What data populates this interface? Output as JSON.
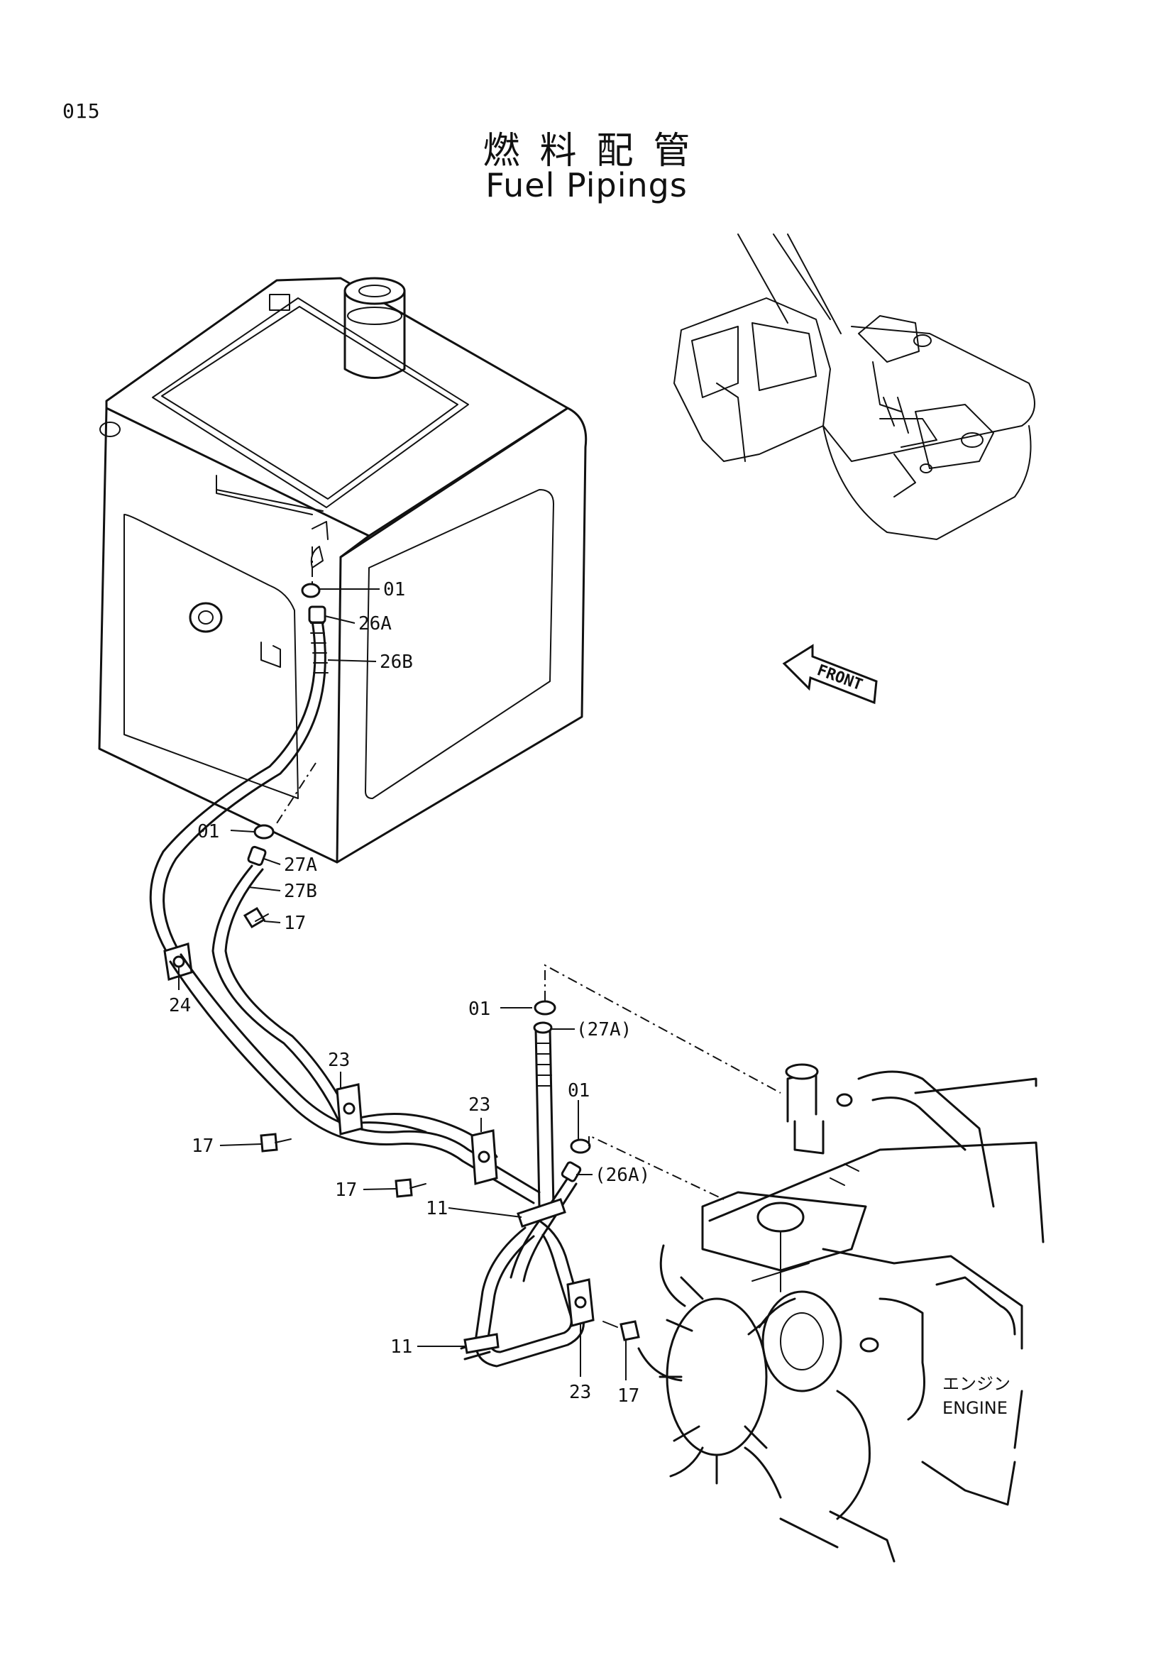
{
  "page": {
    "number": "015"
  },
  "title": {
    "japanese": "燃料配管",
    "english": "Fuel Pipings"
  },
  "callouts": [
    {
      "id": "c-01-a",
      "text": "01"
    },
    {
      "id": "c-26a",
      "text": "26A"
    },
    {
      "id": "c-26b",
      "text": "26B"
    },
    {
      "id": "c-01-b",
      "text": "01"
    },
    {
      "id": "c-27a",
      "text": "27A"
    },
    {
      "id": "c-27b",
      "text": "27B"
    },
    {
      "id": "c-17-a",
      "text": "17"
    },
    {
      "id": "c-24",
      "text": "24"
    },
    {
      "id": "c-01-c",
      "text": "01"
    },
    {
      "id": "c-27a-ref",
      "text": "(27A)"
    },
    {
      "id": "c-23-a",
      "text": "23"
    },
    {
      "id": "c-23-b",
      "text": "23"
    },
    {
      "id": "c-01-d",
      "text": "01"
    },
    {
      "id": "c-17-b",
      "text": "17"
    },
    {
      "id": "c-17-c",
      "text": "17"
    },
    {
      "id": "c-26a-ref",
      "text": "(26A)"
    },
    {
      "id": "c-11-a",
      "text": "11"
    },
    {
      "id": "c-11-b",
      "text": "11"
    },
    {
      "id": "c-23-c",
      "text": "23"
    },
    {
      "id": "c-17-d",
      "text": "17"
    }
  ],
  "front_arrow": {
    "label": "FRONT"
  },
  "engine": {
    "label_jp": "エンジン",
    "label_en": "ENGINE"
  }
}
